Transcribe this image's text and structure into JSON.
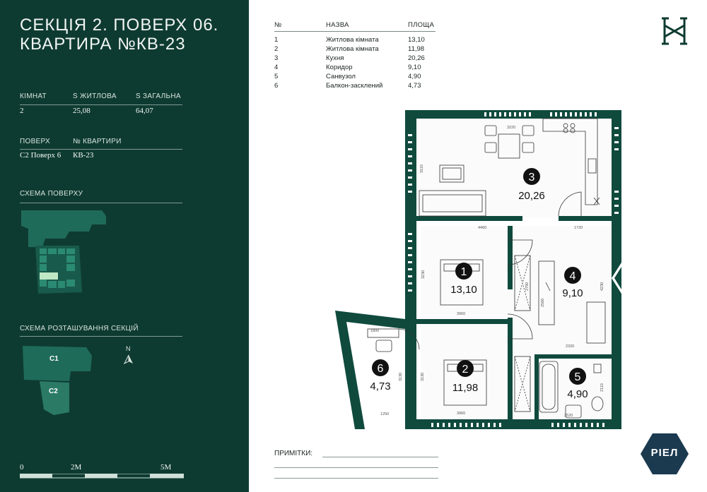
{
  "header": {
    "line1": "СЕКЦІЯ 2.   ПОВЕРХ 06.",
    "line2": "КВАРТИРА №КВ-23"
  },
  "summary": {
    "rooms_label": "КІМНАТ",
    "rooms_value": "2",
    "living_label": "S ЖИТЛОВА",
    "living_value": "25,08",
    "total_label": "S ЗАГАЛЬНА",
    "total_value": "64,07",
    "floor_label": "ПОВЕРХ",
    "floor_value": "С2 Поверх 6",
    "apt_label": "№ КВАРТИРИ",
    "apt_value": "КВ-23"
  },
  "floor_scheme": {
    "label": "СХЕМА ПОВЕРХУ"
  },
  "sections_scheme": {
    "label": "СХЕМА РОЗТАШУВАННЯ СЕКЦІЙ",
    "c1": "С1",
    "c2": "С2",
    "north": "N"
  },
  "scale": {
    "s0": "0",
    "s2": "2M",
    "s5": "5M"
  },
  "rooms_table": {
    "headers": {
      "num": "№",
      "name": "НАЗВА",
      "area": "ПЛОЩА"
    },
    "rows": [
      {
        "num": "1",
        "name": "Житлова кімната",
        "area": "13,10"
      },
      {
        "num": "2",
        "name": "Житлова кімната",
        "area": "11,98"
      },
      {
        "num": "3",
        "name": "Кухня",
        "area": "20,26"
      },
      {
        "num": "4",
        "name": "Коридор",
        "area": "9,10"
      },
      {
        "num": "5",
        "name": "Санвузол",
        "area": "4,90"
      },
      {
        "num": "6",
        "name": "Балкон-засклений",
        "area": "4,73"
      }
    ]
  },
  "plan": {
    "rooms": [
      {
        "num": "1",
        "area": "13,10"
      },
      {
        "num": "2",
        "area": "11,98"
      },
      {
        "num": "3",
        "area": "20,26"
      },
      {
        "num": "4",
        "area": "9,10"
      },
      {
        "num": "5",
        "area": "4,90"
      },
      {
        "num": "6",
        "area": "4,73"
      }
    ],
    "dims": {
      "d3220": "3220",
      "d3110": "3110",
      "d4460": "4460",
      "d1720": "1720",
      "d3230": "3230",
      "d3960a": "3960",
      "d2790": "2790",
      "d2560": "2560",
      "d4230": "4230",
      "d2320": "2320",
      "d1800": "1800",
      "d3130a": "3130",
      "d3130b": "3130",
      "d3960b": "3960",
      "d1250": "1250",
      "d2110": "2110",
      "d2520": "2520"
    }
  },
  "notes": {
    "label": "ПРИМІТКИ:"
  },
  "brand": {
    "name": "РІЕЛ"
  },
  "colors": {
    "panel": "#0e3b31",
    "accent": "#1f6b5a",
    "wall": "#0f4a3d",
    "highlight": "#bfe8c6"
  }
}
